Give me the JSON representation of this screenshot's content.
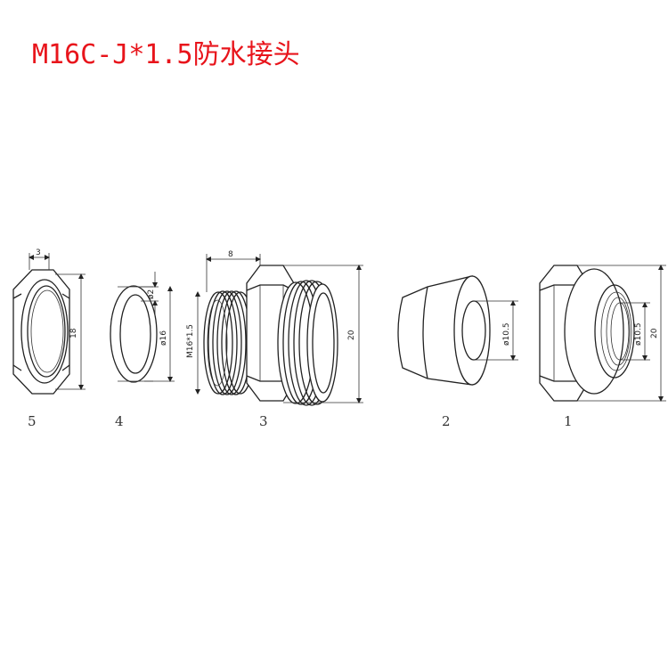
{
  "title": "M16C-J*1.5防水接头",
  "colors": {
    "title": "#e8141b",
    "line": "#222222"
  },
  "parts": [
    {
      "number": "5",
      "dims": [
        "3",
        "18"
      ]
    },
    {
      "number": "4",
      "dims": [
        "ø2",
        "ø16"
      ]
    },
    {
      "number": "3",
      "dims": [
        "8",
        "M16*1.5",
        "20"
      ]
    },
    {
      "number": "2",
      "dims": [
        "ø10.5"
      ]
    },
    {
      "number": "1",
      "dims": [
        "ø10.5",
        "20"
      ]
    }
  ]
}
